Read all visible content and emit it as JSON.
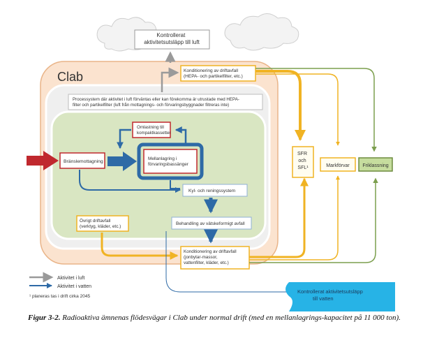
{
  "cloud_label": [
    "Kontrollerat",
    "aktivitetsutsläpp till luft"
  ],
  "clab_title": "Clab",
  "process_box": [
    "Processystem  där aktivitet i luft förväntas  eller kan förekomma är utrustade med HEPA-",
    "filter och partikelfilter (luft från mottagnings- och förvaringsbyggnader filtreras inte)"
  ],
  "cond_air": [
    "Konditionering av driftavfall",
    "(HEPA- och partikelfilter, etc.)"
  ],
  "omlastning": [
    "Omlastning till",
    "kompaktkassetter"
  ],
  "mellanlagring": [
    "Mellanlagring i",
    "förvaringsbassänger"
  ],
  "bransle": "Bränslemottagning",
  "kyl": "Kyl- och reningssystem",
  "behandling": "Behandling av vätskeformigt avfall",
  "ovrigt": [
    "Övrigt driftavfall",
    "(verktyg, kläder, etc.)"
  ],
  "cond_water": [
    "Konditionering av driftavfall",
    "(jonbytar-massor,",
    "vattenfilter, kläder, etc.)"
  ],
  "sfr": [
    "SFR",
    "och",
    "SFL¹"
  ],
  "markforvar": "Markförvar",
  "friklassning": "Friklassning",
  "water_release": [
    "Kontrollerat aktivitetsutsläpp",
    "till vatten"
  ],
  "legend": {
    "air": "Aktivitet i luft",
    "water": "Aktivitet i vatten",
    "footnote": "¹ planeras tas i drift cirka 2045"
  },
  "caption": {
    "lead": "Figur 3-2.",
    "text": " Radioaktiva ämnenas flödesvägar i Clab under normal drift (med en mellanlagrings-kapacitet på 11 000 ton)."
  },
  "colors": {
    "orange_zone": "#fbe3cf",
    "grey_zone": "#efefef",
    "green_zone": "#d9e6c2",
    "red_border": "#c0282e",
    "blue_arrow": "#2e6aa6",
    "yellow_arrow": "#f0b323",
    "grey_arrow": "#9a9a9a",
    "green_arrow": "#7c9f4e",
    "water_fill": "#27b3e6"
  }
}
